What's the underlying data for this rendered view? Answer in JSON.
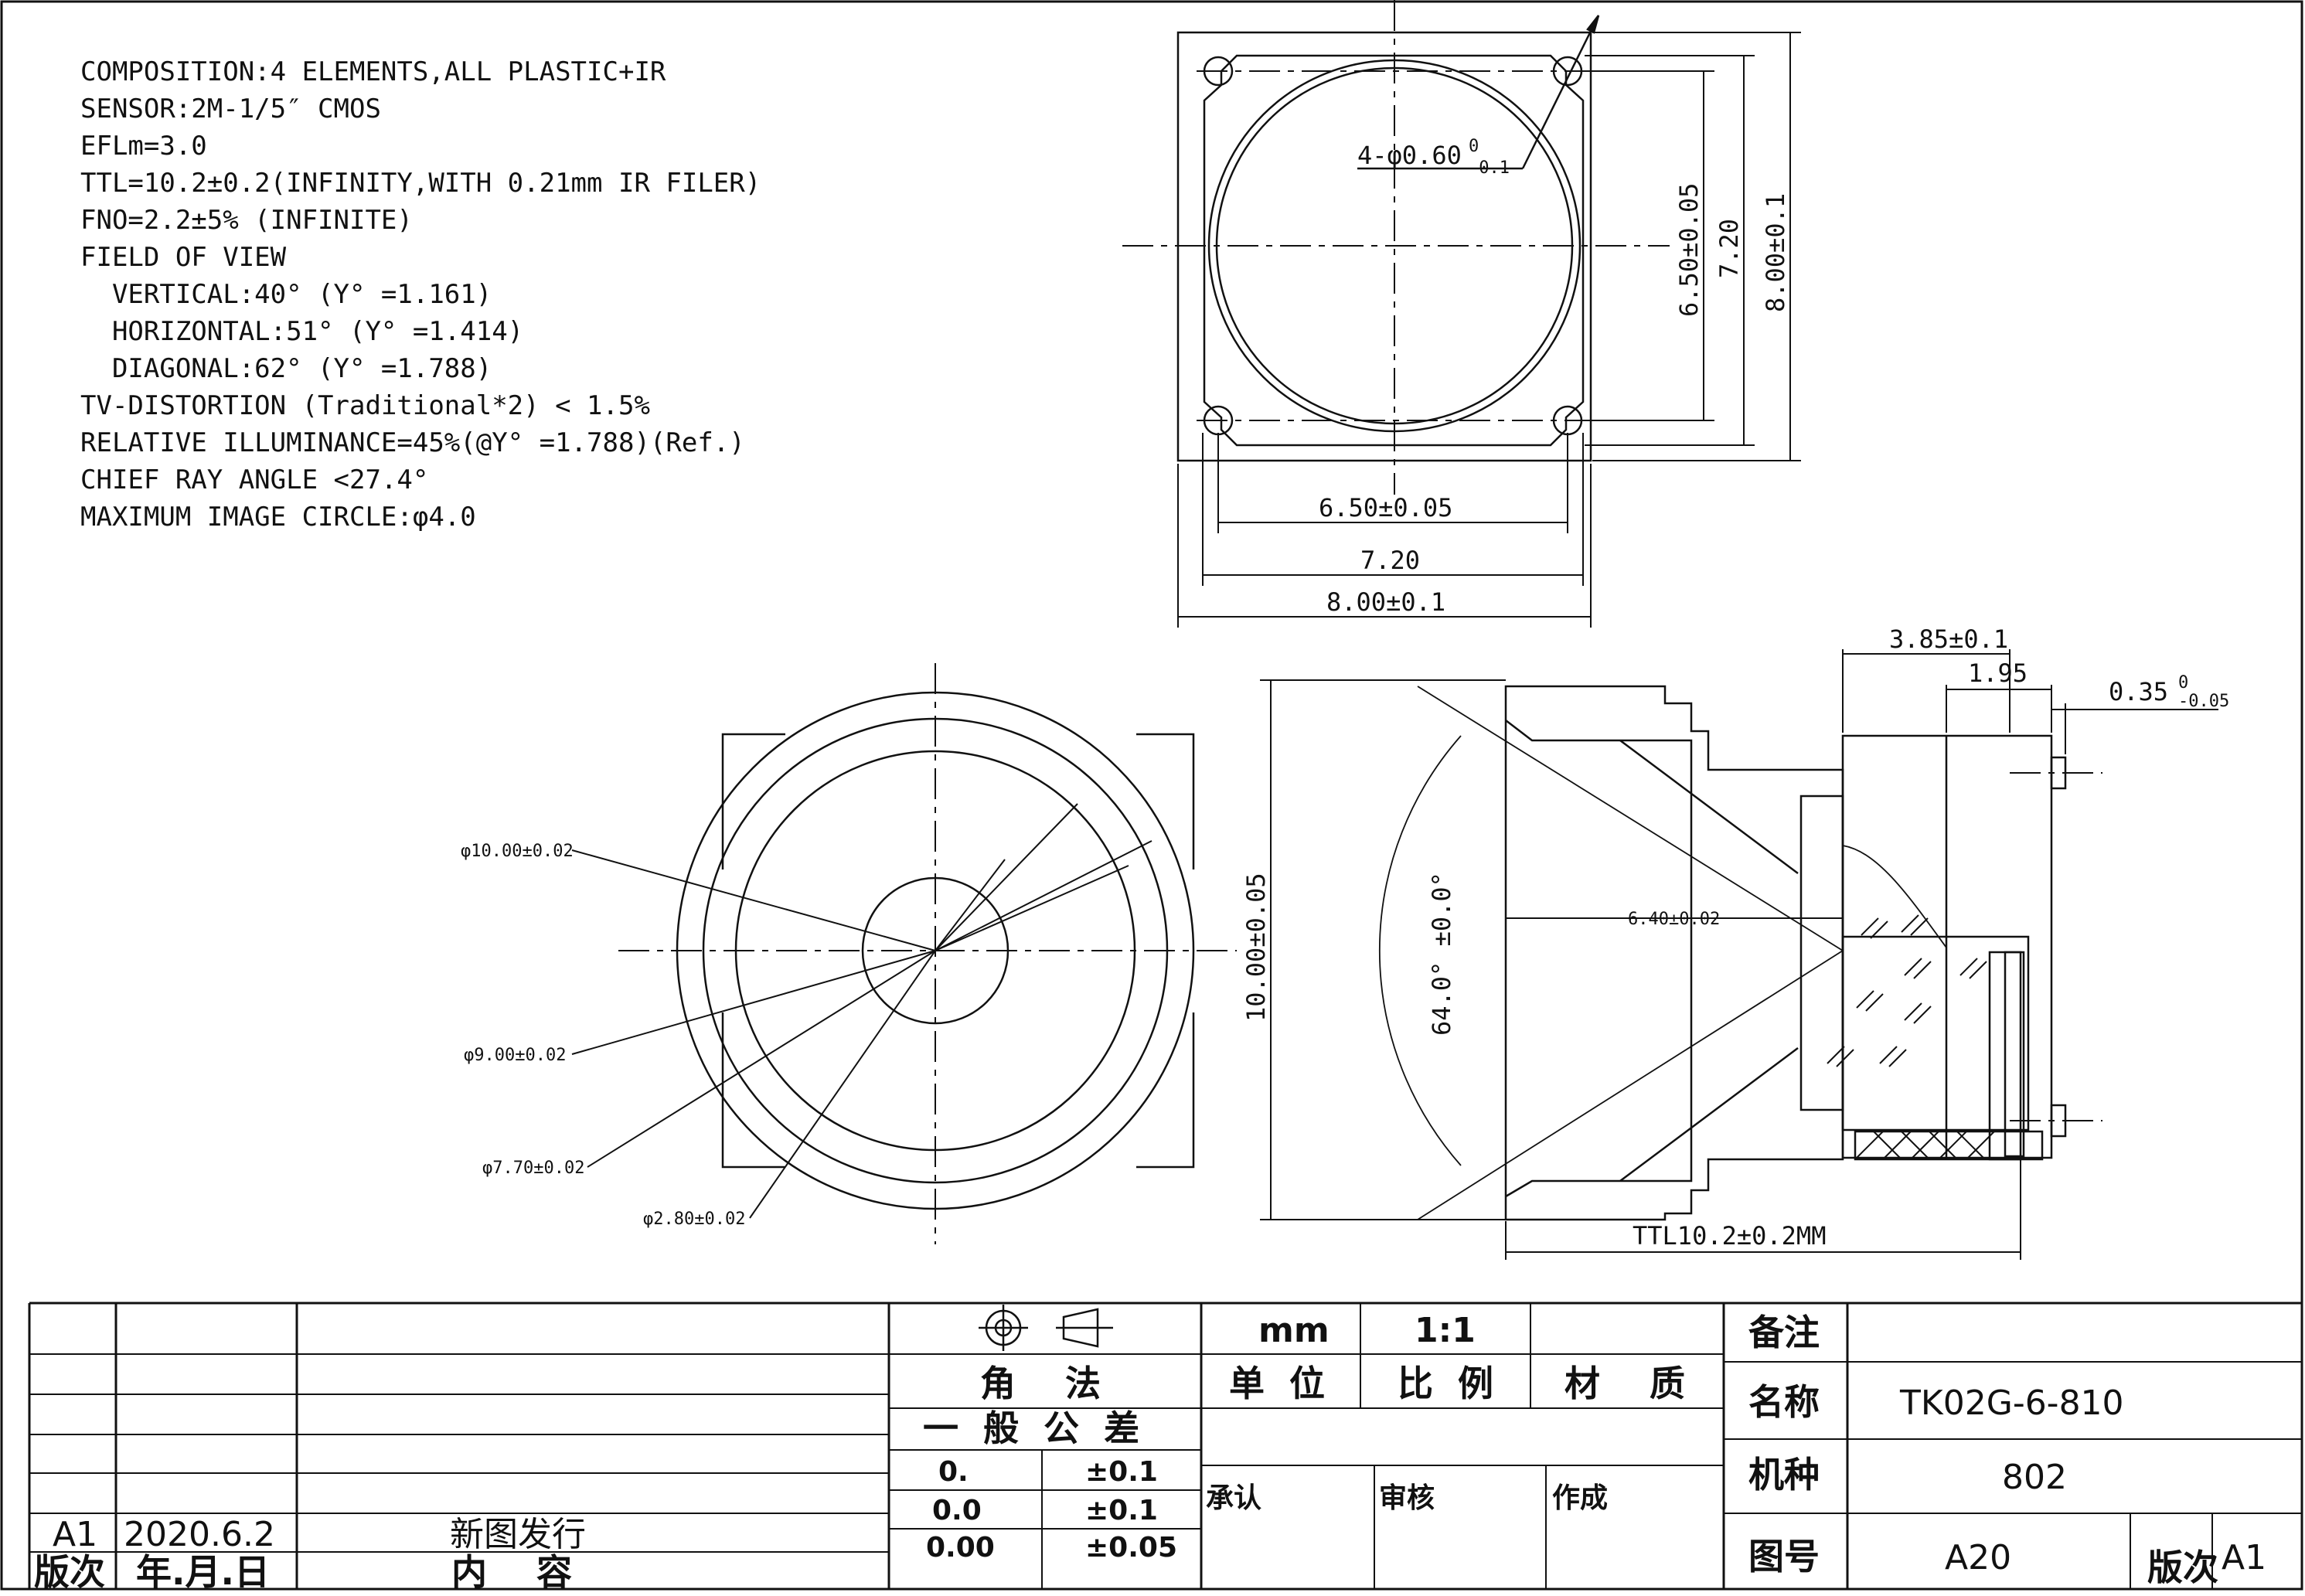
{
  "specs": [
    "COMPOSITION:4 ELEMENTS,ALL PLASTIC+IR",
    "SENSOR:2M-1/5″ CMOS",
    "EFLm=3.0",
    "TTL=10.2±0.2(INFINITY,WITH 0.21mm IR FILER)",
    "FNO=2.2±5% (INFINITE)",
    "FIELD OF VIEW",
    "  VERTICAL:40° (Y° =1.161)",
    "  HORIZONTAL:51° (Y° =1.414)",
    "  DIAGONAL:62° (Y° =1.788)",
    "TV-DISTORTION (Traditional*2) < 1.5%",
    "RELATIVE ILLUMINANCE=45%(@Y° =1.788)(Ref.)",
    "CHIEF RAY ANGLE <27.4°",
    "MAXIMUM IMAGE CIRCLE:φ4.0"
  ],
  "top_view": {
    "hole_label_main": "4-φ0.60",
    "hole_label_up": "0",
    "hole_label_down": "-0.1",
    "dim_650_h": "6.50±0.05",
    "dim_720_h": "7.20",
    "dim_800_h": "8.00±0.1",
    "dim_650_v": "6.50±0.05",
    "dim_720_v": "7.20",
    "dim_800_v": "8.00±0.1"
  },
  "front_view": {
    "d1": "φ10.00±0.02",
    "d2": "φ9.00±0.02",
    "d3": "φ7.70±0.02",
    "d4": "φ2.80±0.02"
  },
  "side_view": {
    "dim_385": "3.85±0.1",
    "dim_195": "1.95",
    "dim_035_main": "0.35",
    "dim_035_up": "0",
    "dim_035_down": "-0.05",
    "dim_1000": "10.00±0.05",
    "dim_640": "6.40±0.02",
    "angle": "64.0° ±0.0°",
    "ttl": "TTL10.2±0.2MM"
  },
  "title_block": {
    "rev_row": {
      "rev": "A1",
      "date": "2020.6.2",
      "content": "新图发行"
    },
    "header": {
      "rev": "版次",
      "date": "年.月.日",
      "content": "内    容"
    },
    "projection": "角    法",
    "tolerance_title": "一  般  公  差",
    "tolerances": [
      {
        "fmt": "0.",
        "tol": "±0.1"
      },
      {
        "fmt": "0.0",
        "tol": "±0.1"
      },
      {
        "fmt": "0.00",
        "tol": "±0.05"
      }
    ],
    "unit_value": "mm",
    "unit_label": "单  位",
    "scale_value": "1:1",
    "scale_label": "比  例",
    "material_label": "材    质",
    "approve": "承认",
    "review": "审核",
    "author": "作成",
    "remarks_label": "备注",
    "name_label": "名称",
    "name_value": "TK02G-6-810",
    "model_label": "机种",
    "model_value": "802",
    "drawing_no_label": "图号",
    "drawing_no_value": "A20",
    "version_label": "版次",
    "version_value": "A1"
  }
}
